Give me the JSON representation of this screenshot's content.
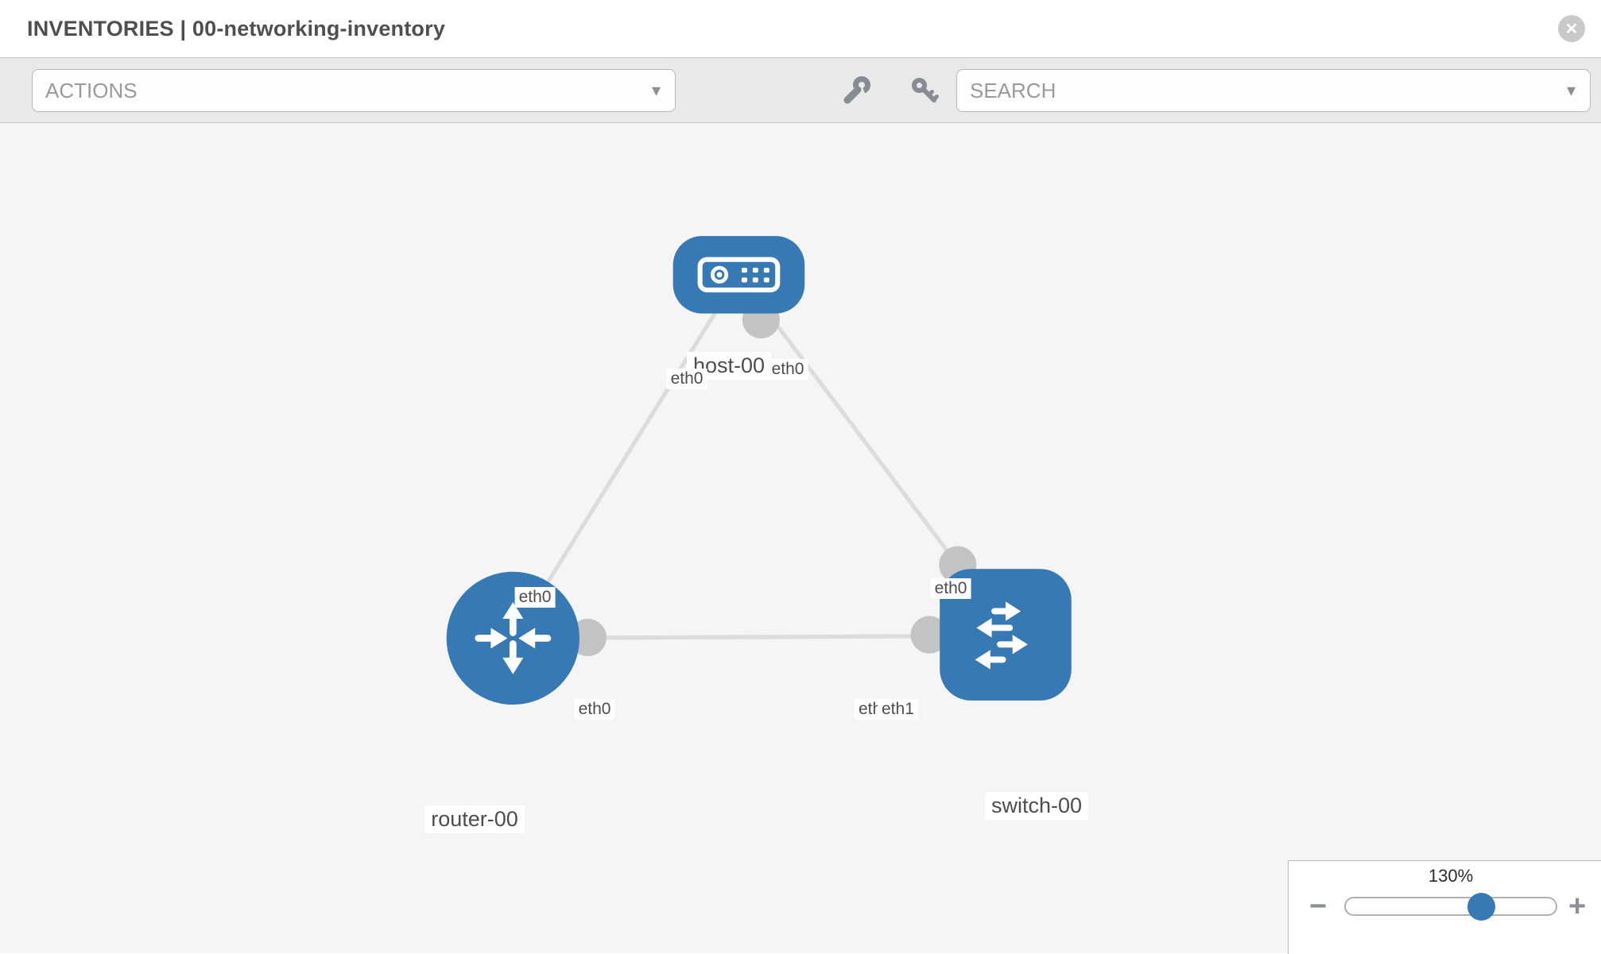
{
  "header": {
    "title": "INVENTORIES | 00-networking-inventory",
    "close_glyph": "✕"
  },
  "toolbar": {
    "actions_label": "ACTIONS",
    "search_label": "SEARCH",
    "caret_glyph": "▾"
  },
  "canvas": {
    "nodes": [
      {
        "name": "host-00",
        "type": "host"
      },
      {
        "name": "router-00",
        "type": "router"
      },
      {
        "name": "switch-00",
        "type": "switch"
      }
    ],
    "links": [
      {
        "source": "host-00",
        "target": "router-00",
        "source_interface": "eth0",
        "target_interface": "eth0"
      },
      {
        "source": "host-00",
        "target": "switch-00",
        "source_interface": "eth0",
        "target_interface": "eth0"
      },
      {
        "source": "router-00",
        "target": "switch-00",
        "source_interface": "eth0",
        "target_interface": "eth1",
        "overlap_hidden_label": "eth0"
      }
    ]
  },
  "zoom": {
    "level": "130%",
    "minus_glyph": "−",
    "plus_glyph": "+"
  },
  "colors": {
    "node_blue": "#3779b5",
    "link_gray": "#dcdcdc",
    "connector_gray": "#c3c3c3",
    "canvas_bg": "#f5f5f5",
    "toolbar_bg": "#e9e9e9"
  }
}
